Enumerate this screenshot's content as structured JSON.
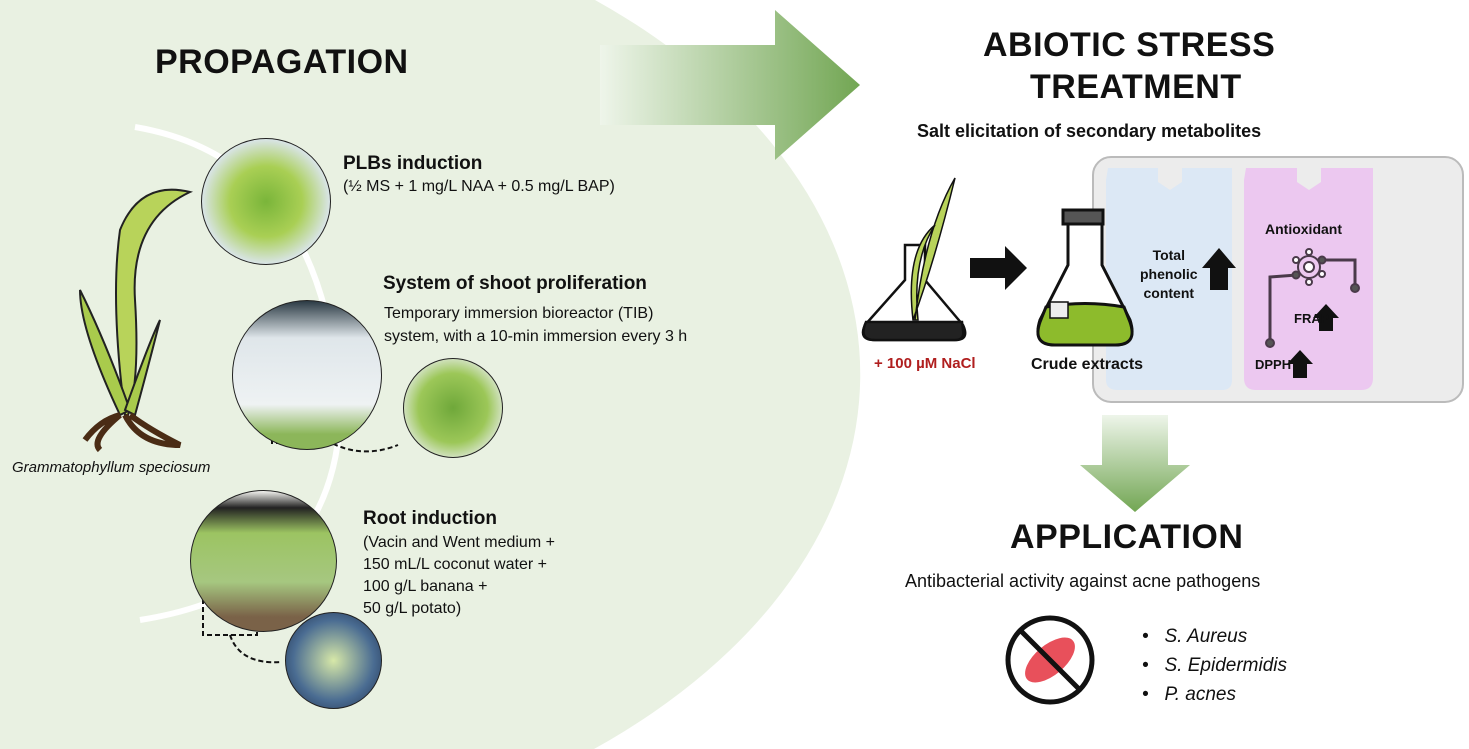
{
  "propagation": {
    "title": "PROPAGATION",
    "species": "Grammatophyllum speciosum",
    "steps": [
      {
        "title": "PLBs induction",
        "lines": [
          "(½ MS + 1 mg/L NAA + 0.5 mg/L BAP)"
        ]
      },
      {
        "title": "System of shoot proliferation",
        "lines": [
          "Temporary immersion bioreactor (TIB)",
          "system, with a 10-min immersion every 3 h"
        ]
      },
      {
        "title": "Root induction",
        "lines": [
          "(Vacin and Went medium +",
          "150 mL/L coconut water +",
          "100 g/L banana +",
          "50 g/L potato)"
        ]
      }
    ]
  },
  "stress": {
    "title_line1": "ABIOTIC STRESS",
    "title_line2": "TREATMENT",
    "subtitle": "Salt elicitation of secondary metabolites",
    "nacl_label": "+ 100 µM NaCl",
    "extract_label": "Crude extracts",
    "phenolic": [
      "Total",
      "phenolic",
      "content"
    ],
    "antioxidant": {
      "title": "Antioxidant",
      "frap": "FRAP",
      "dpph": "DPPH"
    }
  },
  "application": {
    "title": "APPLICATION",
    "subtitle": "Antibacterial activity against acne pathogens",
    "pathogens": [
      "S. Aureus",
      "S. Epidermidis",
      "P. acnes"
    ]
  },
  "colors": {
    "panel": "#e9f1e2",
    "arrow": "#7fad5b",
    "nacl": "#b01e1e",
    "blue_box": "#dce8f5",
    "pink_box": "#ecc8f0"
  }
}
